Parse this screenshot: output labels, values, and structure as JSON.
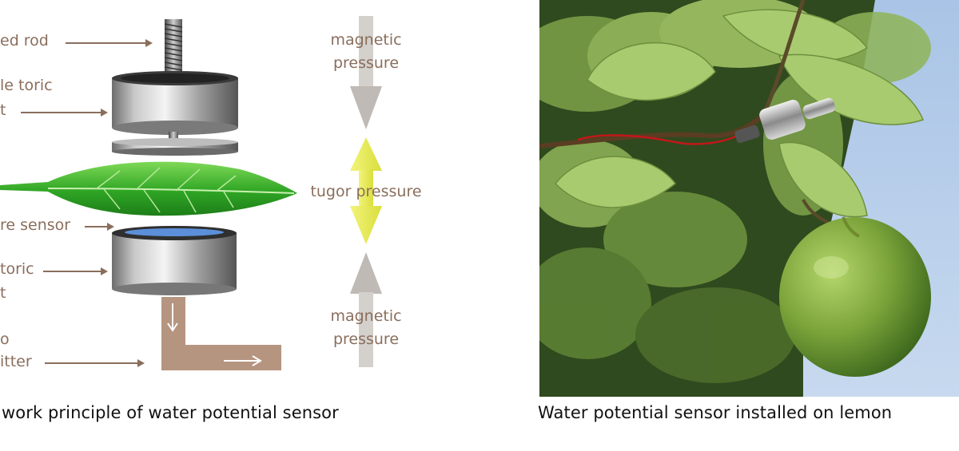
{
  "diagram": {
    "labels": {
      "threaded_rod": "ed rod",
      "upper_magnet_1": "le toric",
      "upper_magnet_2": "t",
      "pressure_sensor": "re sensor",
      "lower_magnet_1": "toric",
      "lower_magnet_2": "t",
      "transmitter_1": "o",
      "transmitter_2": "itter"
    },
    "pressures": {
      "top_1": "magnetic",
      "top_2": "pressure",
      "middle": "tugor pressure",
      "bottom_1": "magnetic",
      "bottom_2": "pressure"
    },
    "colors": {
      "label_brown": "#8a6e5c",
      "pressure_gray": "#cfcac6",
      "pressure_yellow": "#e6ea52",
      "leaf_green": "#3fae2a",
      "cable_brown": "#b59580"
    }
  },
  "captions": {
    "left": "work principle of water potential sensor",
    "right": "Water potential sensor installed on lemon"
  }
}
